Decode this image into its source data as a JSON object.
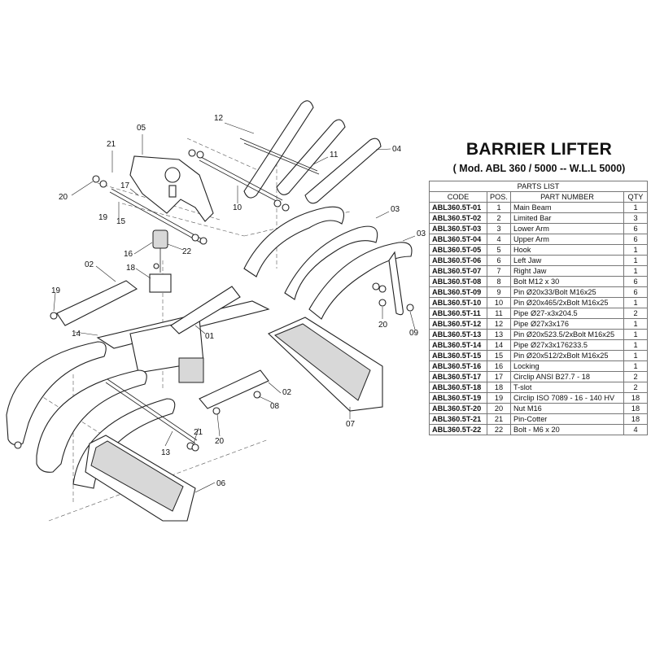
{
  "header": {
    "title": "BARRIER LIFTER",
    "subtitle": "( Mod. ABL 360 / 5000 -- W.L.L 5000)"
  },
  "table": {
    "caption": "PARTS LIST",
    "columns": [
      "CODE",
      "POS.",
      "PART NUMBER",
      "QTY"
    ],
    "rows": [
      {
        "code": "ABL360.5T-01",
        "pos": "1",
        "part": "Main Beam",
        "qty": "1"
      },
      {
        "code": "ABL360.5T-02",
        "pos": "2",
        "part": "Limited Bar",
        "qty": "3"
      },
      {
        "code": "ABL360.5T-03",
        "pos": "3",
        "part": "Lower Arm",
        "qty": "6"
      },
      {
        "code": "ABL360.5T-04",
        "pos": "4",
        "part": "Upper Arm",
        "qty": "6"
      },
      {
        "code": "ABL360.5T-05",
        "pos": "5",
        "part": "Hook",
        "qty": "1"
      },
      {
        "code": "ABL360.5T-06",
        "pos": "6",
        "part": "Left Jaw",
        "qty": "1"
      },
      {
        "code": "ABL360.5T-07",
        "pos": "7",
        "part": "Right Jaw",
        "qty": "1"
      },
      {
        "code": "ABL360.5T-08",
        "pos": "8",
        "part": "Bolt  M12 x 30",
        "qty": "6"
      },
      {
        "code": "ABL360.5T-09",
        "pos": "9",
        "part": "Pin Ø20x33/Bolt M16x25",
        "qty": "6"
      },
      {
        "code": "ABL360.5T-10",
        "pos": "10",
        "part": "Pin Ø20x465/2xBolt M16x25",
        "qty": "1"
      },
      {
        "code": "ABL360.5T-11",
        "pos": "11",
        "part": "Pipe Ø27-x3x204.5",
        "qty": "2"
      },
      {
        "code": "ABL360.5T-12",
        "pos": "12",
        "part": "Pipe Ø27x3x176",
        "qty": "1"
      },
      {
        "code": "ABL360.5T-13",
        "pos": "13",
        "part": "Pin Ø20x523.5/2xBolt M16x25",
        "qty": "1"
      },
      {
        "code": "ABL360.5T-14",
        "pos": "14",
        "part": "Pipe Ø27x3x176233.5",
        "qty": "1"
      },
      {
        "code": "ABL360.5T-15",
        "pos": "15",
        "part": "Pin Ø20x512/2xBolt M16x25",
        "qty": "1"
      },
      {
        "code": "ABL360.5T-16",
        "pos": "16",
        "part": "Locking",
        "qty": "1"
      },
      {
        "code": "ABL360.5T-17",
        "pos": "17",
        "part": "Circlip ANSI B27.7 - 18",
        "qty": "2"
      },
      {
        "code": "ABL360.5T-18",
        "pos": "18",
        "part": "T-slot",
        "qty": "2"
      },
      {
        "code": "ABL360.5T-19",
        "pos": "19",
        "part": "Circlip ISO 7089 - 16 - 140 HV",
        "qty": "18"
      },
      {
        "code": "ABL360.5T-20",
        "pos": "20",
        "part": "Nut  M16",
        "qty": "18"
      },
      {
        "code": "ABL360.5T-21",
        "pos": "21",
        "part": "Pin-Cotter",
        "qty": "18"
      },
      {
        "code": "ABL360.5T-22",
        "pos": "22",
        "part": "Bolt - M6 x 20",
        "qty": "4"
      }
    ]
  },
  "callouts": [
    {
      "id": "c12",
      "label": "12"
    },
    {
      "id": "c04",
      "label": "04"
    },
    {
      "id": "c11",
      "label": "11"
    },
    {
      "id": "c05",
      "label": "05"
    },
    {
      "id": "c21a",
      "label": "21"
    },
    {
      "id": "c10",
      "label": "10"
    },
    {
      "id": "c17",
      "label": "17"
    },
    {
      "id": "c20a",
      "label": "20"
    },
    {
      "id": "c19a",
      "label": "19"
    },
    {
      "id": "c15",
      "label": "15"
    },
    {
      "id": "c03a",
      "label": "03"
    },
    {
      "id": "c03b",
      "label": "03"
    },
    {
      "id": "c16",
      "label": "16"
    },
    {
      "id": "c22",
      "label": "22"
    },
    {
      "id": "c02a",
      "label": "02"
    },
    {
      "id": "c18",
      "label": "18"
    },
    {
      "id": "c19b",
      "label": "19"
    },
    {
      "id": "c14",
      "label": "14"
    },
    {
      "id": "c01",
      "label": "01"
    },
    {
      "id": "c20b",
      "label": "20"
    },
    {
      "id": "c09",
      "label": "09"
    },
    {
      "id": "c02b",
      "label": "02"
    },
    {
      "id": "c08",
      "label": "08"
    },
    {
      "id": "c07",
      "label": "07"
    },
    {
      "id": "c21b",
      "label": "21"
    },
    {
      "id": "c20c",
      "label": "20"
    },
    {
      "id": "c13",
      "label": "13"
    },
    {
      "id": "c06",
      "label": "06"
    }
  ]
}
